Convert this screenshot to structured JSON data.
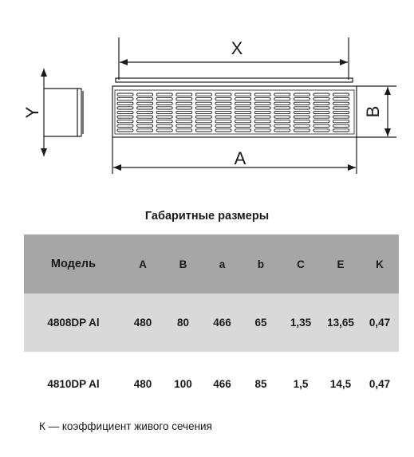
{
  "drawing": {
    "labels": {
      "x": "X",
      "y": "Y",
      "a": "A",
      "b": "B"
    },
    "line_color": "#1a1a1a"
  },
  "table": {
    "title": "Габаритные размеры",
    "header_bg": "#a6a6a6",
    "alt_row_bg": "#d9d9d9",
    "columns": [
      "Модель",
      "A",
      "B",
      "a",
      "b",
      "C",
      "E",
      "K"
    ],
    "rows": [
      [
        "4808DP Al",
        "480",
        "80",
        "466",
        "65",
        "1,35",
        "13,65",
        "0,47"
      ],
      [
        "4810DP Al",
        "480",
        "100",
        "466",
        "85",
        "1,5",
        "14,5",
        "0,47"
      ]
    ]
  },
  "footnote": "К — коэффициент живого сечения"
}
